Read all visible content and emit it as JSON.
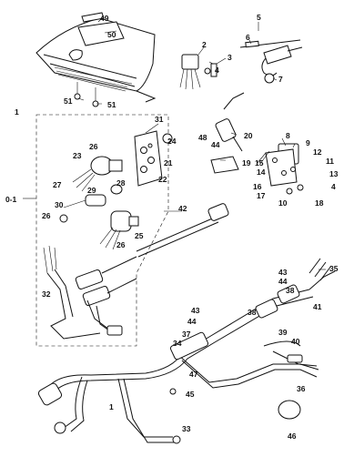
{
  "diagram": {
    "group_label": "0-1",
    "callouts": [
      "49",
      "50",
      "51",
      "51",
      "2",
      "3",
      "4",
      "5",
      "6",
      "7",
      "1",
      "31",
      "24",
      "26",
      "21",
      "22",
      "23",
      "27",
      "28",
      "29",
      "30",
      "26",
      "25",
      "26",
      "48",
      "44",
      "20",
      "19",
      "8",
      "9",
      "15",
      "14",
      "16",
      "17",
      "12",
      "11",
      "13",
      "4",
      "10",
      "18",
      "42",
      "35",
      "43",
      "38",
      "44",
      "41",
      "32",
      "43",
      "44",
      "38",
      "39",
      "40",
      "37",
      "34",
      "47",
      "45",
      "36",
      "1",
      "33",
      "46"
    ]
  }
}
